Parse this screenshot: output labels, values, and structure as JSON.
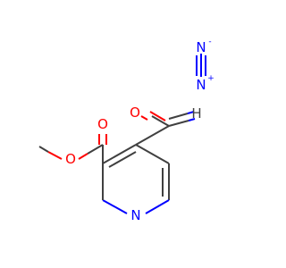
{
  "molecule": {
    "atoms": {
      "pyridine_n": {
        "symbol": "N",
        "color": "#0000ff"
      },
      "ester_o_methoxy": {
        "symbol": "O",
        "color": "#ff0000"
      },
      "ester_o_carbonyl": {
        "symbol": "O",
        "color": "#ff0000"
      },
      "ketone_o": {
        "symbol": "O",
        "color": "#ff0000"
      },
      "diazo_n_terminal": {
        "symbol": "N",
        "charge": "-",
        "color": "#0000ff"
      },
      "diazo_n_central": {
        "symbol": "N",
        "charge": "+",
        "color": "#0000ff"
      },
      "diazo_ch": {
        "symbol": "H",
        "color": "#404040"
      }
    },
    "bond_color": "#404040"
  }
}
